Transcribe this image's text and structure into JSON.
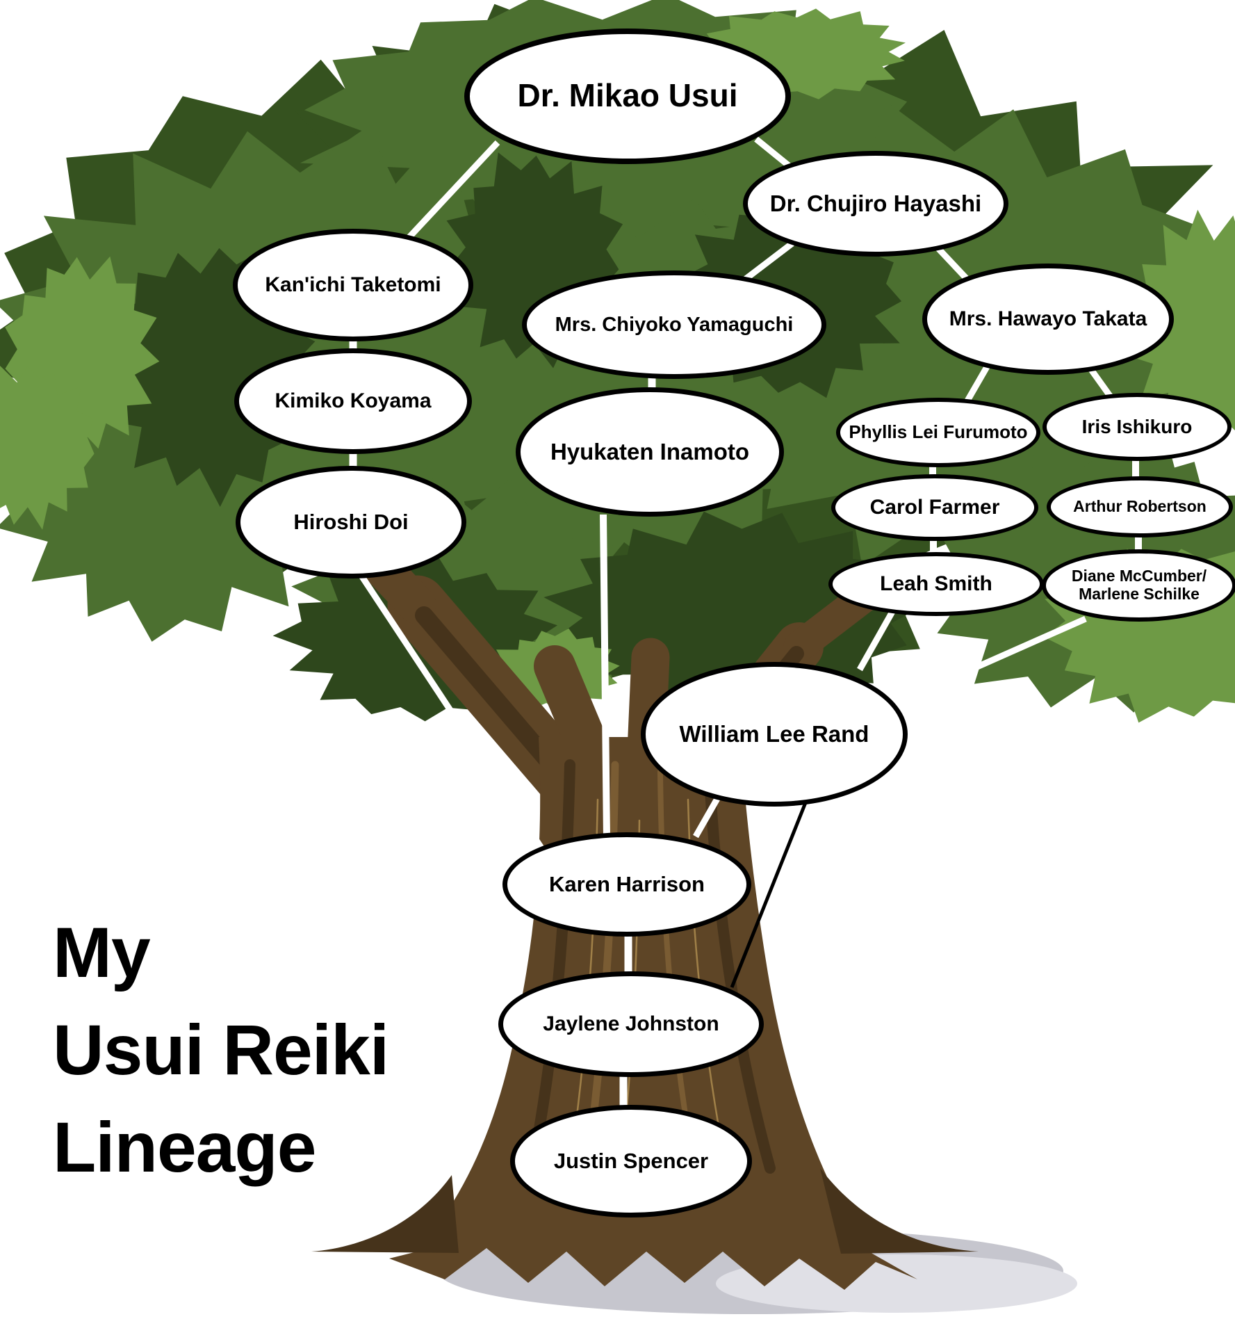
{
  "title": {
    "line1": "My",
    "line2": "Usui Reiki",
    "line3": "Lineage"
  },
  "nodes": [
    {
      "id": "usui",
      "name": "Dr. Mikao Usui"
    },
    {
      "id": "hayashi",
      "name": "Dr. Chujiro Hayashi"
    },
    {
      "id": "taketomi",
      "name": "Kan'ichi Taketomi"
    },
    {
      "id": "yamaguchi",
      "name": "Mrs. Chiyoko Yamaguchi"
    },
    {
      "id": "takata",
      "name": "Mrs. Hawayo Takata"
    },
    {
      "id": "koyama",
      "name": "Kimiko Koyama"
    },
    {
      "id": "furumoto",
      "name": "Phyllis Lei Furumoto"
    },
    {
      "id": "ishikuro",
      "name": "Iris Ishikuro"
    },
    {
      "id": "inamoto",
      "name": "Hyukaten Inamoto"
    },
    {
      "id": "farmer",
      "name": "Carol Farmer"
    },
    {
      "id": "robertson",
      "name": "Arthur Robertson"
    },
    {
      "id": "doi",
      "name": "Hiroshi Doi"
    },
    {
      "id": "smith",
      "name": "Leah Smith"
    },
    {
      "id": "mccumber",
      "name": "Diane McCumber/",
      "name2": "Marlene Schilke"
    },
    {
      "id": "rand",
      "name": "William Lee Rand"
    },
    {
      "id": "harrison",
      "name": "Karen Harrison"
    },
    {
      "id": "johnston",
      "name": "Jaylene Johnston"
    },
    {
      "id": "spencer",
      "name": "Justin Spencer"
    }
  ],
  "edges": [
    {
      "from": "usui",
      "to": "taketomi"
    },
    {
      "from": "usui",
      "to": "hayashi"
    },
    {
      "from": "hayashi",
      "to": "yamaguchi"
    },
    {
      "from": "hayashi",
      "to": "takata"
    },
    {
      "from": "taketomi",
      "to": "koyama"
    },
    {
      "from": "koyama",
      "to": "doi"
    },
    {
      "from": "yamaguchi",
      "to": "inamoto"
    },
    {
      "from": "takata",
      "to": "furumoto"
    },
    {
      "from": "takata",
      "to": "ishikuro"
    },
    {
      "from": "furumoto",
      "to": "farmer"
    },
    {
      "from": "farmer",
      "to": "smith"
    },
    {
      "from": "ishikuro",
      "to": "robertson"
    },
    {
      "from": "robertson",
      "to": "mccumber"
    },
    {
      "from": "smith",
      "to": "rand"
    },
    {
      "from": "mccumber",
      "to": "rand"
    },
    {
      "from": "doi",
      "to": "harrison"
    },
    {
      "from": "inamoto",
      "to": "harrison"
    },
    {
      "from": "rand",
      "to": "harrison"
    },
    {
      "from": "rand",
      "to": "johnston"
    },
    {
      "from": "harrison",
      "to": "johnston"
    },
    {
      "from": "johnston",
      "to": "spencer"
    }
  ],
  "colors": {
    "node_fill": "#ffffff",
    "node_border": "#000000",
    "text": "#000000",
    "connector": "#ffffff",
    "connector_dark": "#000000",
    "canopy_mid": "#4C7030",
    "canopy_dark": "#35521F",
    "canopy_darker": "#2E471C",
    "canopy_light": "#6E9A45",
    "trunk": "#5E4526",
    "trunk_dark": "#46331B",
    "trunk_light": "#7A5C33",
    "trunk_line": "#A08048",
    "shadow": "#C6C6CE",
    "shadow_light": "#E0E0E6"
  }
}
